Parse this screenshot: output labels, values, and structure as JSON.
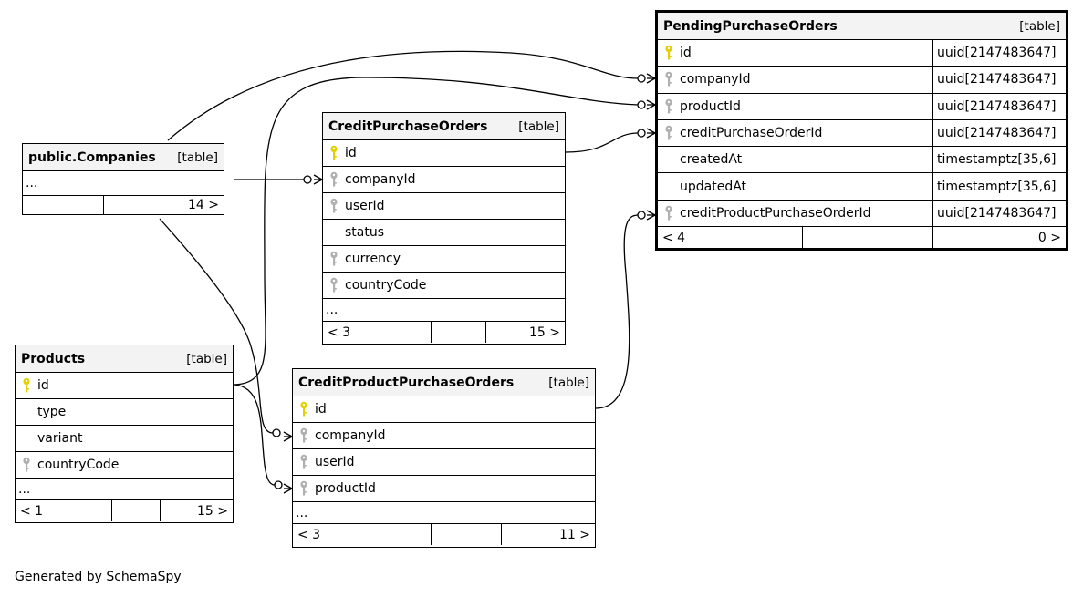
{
  "icons": {
    "primary_key": "key-icon-yellow",
    "foreign_key": "key-icon-gray",
    "key_color_primary": "#e6cf00",
    "key_color_foreign": "#b0b0b0"
  },
  "tables": {
    "companies": {
      "name": "public.Companies",
      "kind": "[table]",
      "ellipsis": "...",
      "foot": {
        "left": "",
        "mid": "",
        "right": "14 >"
      }
    },
    "credit_purchase_orders": {
      "name": "CreditPurchaseOrders",
      "kind": "[table]",
      "columns": [
        {
          "name": "id",
          "key": "primary"
        },
        {
          "name": "companyId",
          "key": "foreign"
        },
        {
          "name": "userId",
          "key": "foreign"
        },
        {
          "name": "status",
          "key": "none"
        },
        {
          "name": "currency",
          "key": "foreign"
        },
        {
          "name": "countryCode",
          "key": "foreign"
        }
      ],
      "ellipsis": "...",
      "foot": {
        "left": "< 3",
        "mid": "",
        "right": "15 >"
      }
    },
    "products": {
      "name": "Products",
      "kind": "[table]",
      "columns": [
        {
          "name": "id",
          "key": "primary"
        },
        {
          "name": "type",
          "key": "none"
        },
        {
          "name": "variant",
          "key": "none"
        },
        {
          "name": "countryCode",
          "key": "foreign"
        }
      ],
      "ellipsis": "...",
      "foot": {
        "left": "< 1",
        "mid": "",
        "right": "15 >"
      }
    },
    "credit_product_purchase_orders": {
      "name": "CreditProductPurchaseOrders",
      "kind": "[table]",
      "columns": [
        {
          "name": "id",
          "key": "primary"
        },
        {
          "name": "companyId",
          "key": "foreign"
        },
        {
          "name": "userId",
          "key": "foreign"
        },
        {
          "name": "productId",
          "key": "foreign"
        }
      ],
      "ellipsis": "...",
      "foot": {
        "left": "< 3",
        "mid": "",
        "right": "11 >"
      }
    },
    "pending_purchase_orders": {
      "name": "PendingPurchaseOrders",
      "kind": "[table]",
      "columns": [
        {
          "name": "id",
          "key": "primary",
          "type": "uuid[2147483647]"
        },
        {
          "name": "companyId",
          "key": "foreign",
          "type": "uuid[2147483647]"
        },
        {
          "name": "productId",
          "key": "foreign",
          "type": "uuid[2147483647]"
        },
        {
          "name": "creditPurchaseOrderId",
          "key": "foreign",
          "type": "uuid[2147483647]"
        },
        {
          "name": "createdAt",
          "key": "none",
          "type": "timestamptz[35,6]"
        },
        {
          "name": "updatedAt",
          "key": "none",
          "type": "timestamptz[35,6]"
        },
        {
          "name": "creditProductPurchaseOrderId",
          "key": "foreign",
          "type": "uuid[2147483647]"
        }
      ],
      "foot": {
        "left": "< 4",
        "mid": "",
        "right": "0 >"
      }
    }
  },
  "footer_text": "Generated by SchemaSpy"
}
